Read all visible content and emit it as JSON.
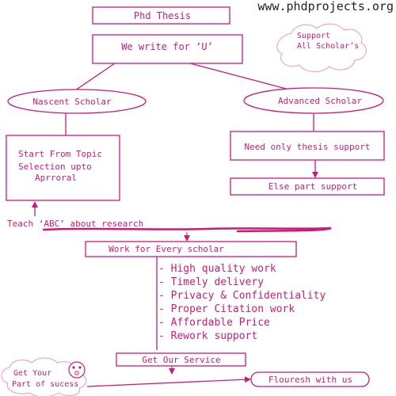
{
  "colors": {
    "accent": "#cc1a7a",
    "text_dark": "#222222",
    "background": "#ffffff"
  },
  "website": "www.phdprojects.org",
  "nodes": {
    "title": "Phd Thesis",
    "we_write": "We write for ‘U’",
    "support_cloud": [
      "Support",
      "All Scholar’s"
    ],
    "nascent": "Nascent Scholar",
    "advanced": "Advanced Scholar",
    "start_topic": [
      "Start From Topic",
      "Selection upto",
      "Aprroral"
    ],
    "need_thesis": "Need only thesis support",
    "else_part": "Else part support",
    "teach_abc": "Teach ‘ABC’ about research",
    "work_every": "Work for Every scholar",
    "services": [
      "High quality work",
      "Timely delivery",
      "Privacy & Confidentiality",
      "Proper Citation work",
      "Affordable Price",
      "Rework support"
    ],
    "get_service": "Get Our Service",
    "get_part_cloud": [
      "Get Your",
      "Part of sucess"
    ],
    "flouresh": "Flouresh with us"
  }
}
